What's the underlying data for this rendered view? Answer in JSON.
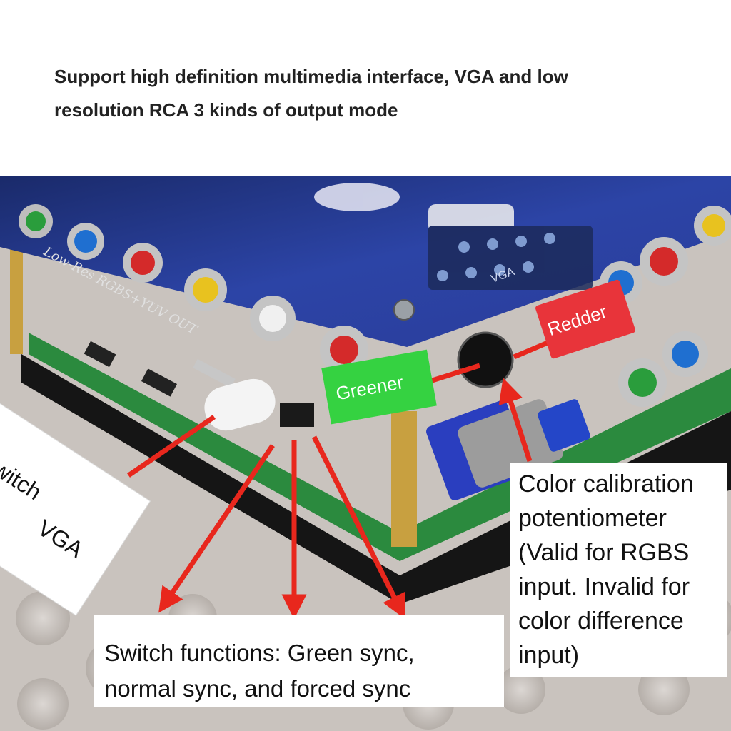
{
  "headline": {
    "line1": "Support high definition multimedia interface, VGA and low",
    "line2": "resolution RCA 3 kinds of output mode"
  },
  "photo": {
    "board_label": "Low-Res RGBS+YUV OUT",
    "connector_label": "VGA",
    "rca_colors": [
      "#2a9d3c",
      "#1f6fd0",
      "#d42a2a",
      "#e8c21f",
      "#f0f0f0",
      "#d42a2a"
    ]
  },
  "tags": {
    "greener": "Greener",
    "redder": "Redder"
  },
  "callouts": {
    "vga_switch": {
      "word1": "switch",
      "word2": "VGA"
    },
    "switch_functions": {
      "line1": "Switch functions: Green sync,",
      "line2": "normal sync, and forced sync"
    },
    "potentiometer": {
      "lines": [
        "Color calibration",
        "potentiometer",
        "(Valid for RGBS",
        "input. Invalid for",
        "color difference",
        "input)"
      ]
    }
  },
  "colors": {
    "arrow": "#e8271d",
    "pcb": "#2b8a3e",
    "panel": "#1d2f8a",
    "greener_tag": "#35d241",
    "redder_tag": "#e8343a"
  }
}
